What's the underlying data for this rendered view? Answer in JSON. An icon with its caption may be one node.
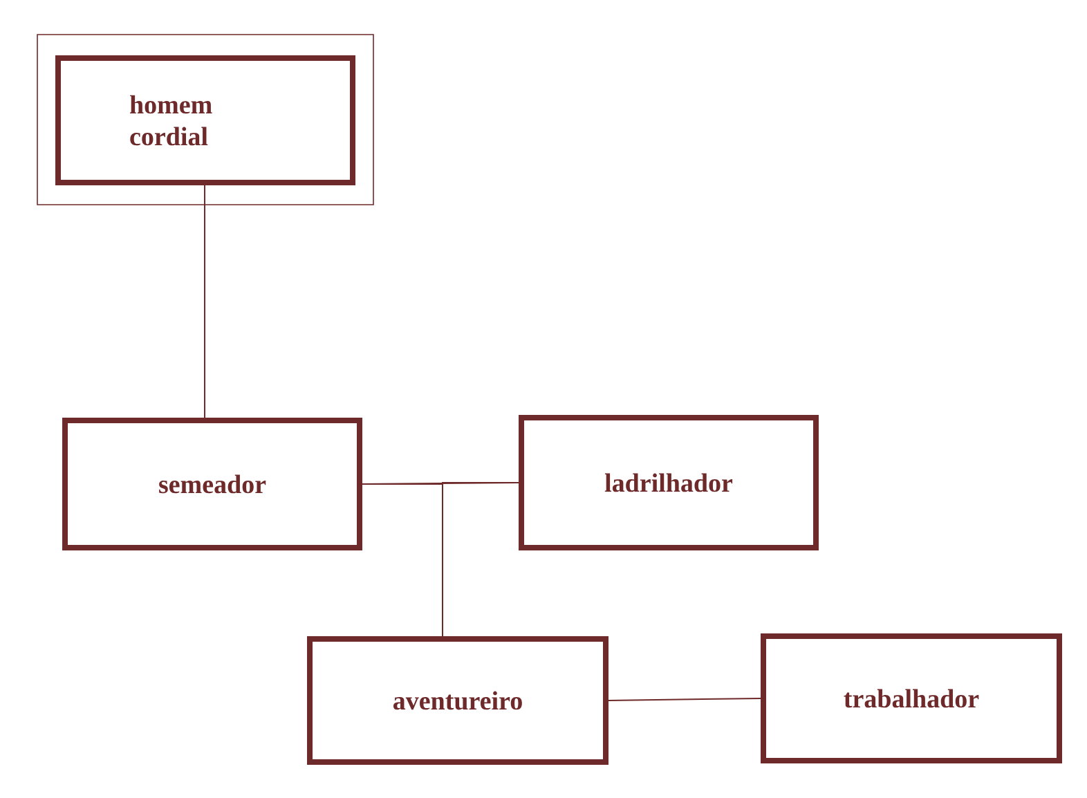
{
  "diagram": {
    "nodes": [
      {
        "text": [
          "homem cordial"
        ]
      },
      {
        "text": [
          "semeador"
        ]
      },
      {
        "text": [
          "ladrilhador"
        ]
      },
      {
        "text": [
          "aventureiro"
        ]
      },
      {
        "text": [
          "trabalhador"
        ]
      }
    ],
    "edges": [
      {
        "from": 0,
        "to": 1,
        "arrow": "none"
      },
      {
        "from": 1,
        "to": 2,
        "arrow": "none"
      },
      {
        "from": 1,
        "to": 3,
        "arrow": "none"
      },
      {
        "from": 2,
        "to": 3,
        "arrow": "none"
      },
      {
        "from": 3,
        "to": 4,
        "arrow": "none"
      }
    ]
  }
}
